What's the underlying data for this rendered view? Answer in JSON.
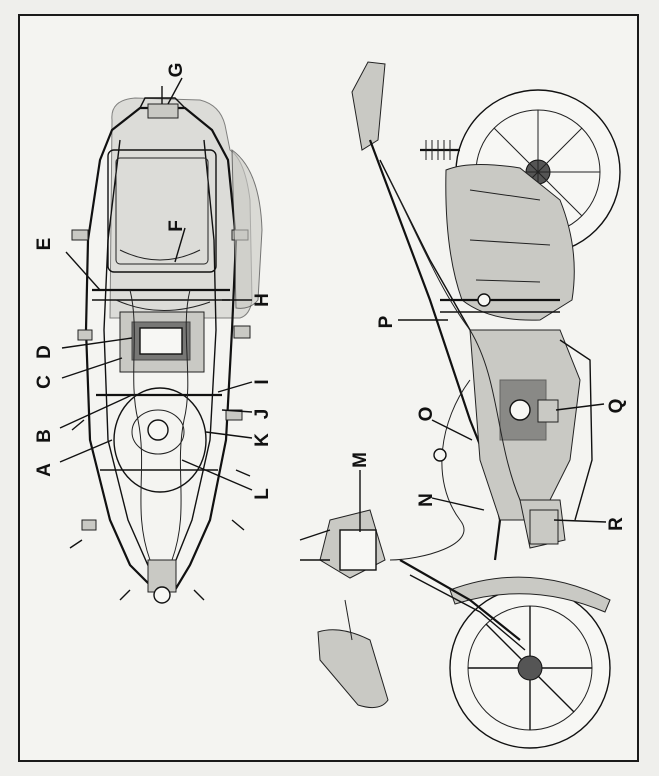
{
  "figure": {
    "labels": [
      "A",
      "B",
      "C",
      "D",
      "E",
      "F",
      "G",
      "H",
      "I",
      "J",
      "K",
      "L",
      "M",
      "N",
      "O",
      "P",
      "Q",
      "R"
    ]
  },
  "colors": {
    "ink": "#111111",
    "paper": "#f4f4f1",
    "shade": "#c9c9c4"
  }
}
